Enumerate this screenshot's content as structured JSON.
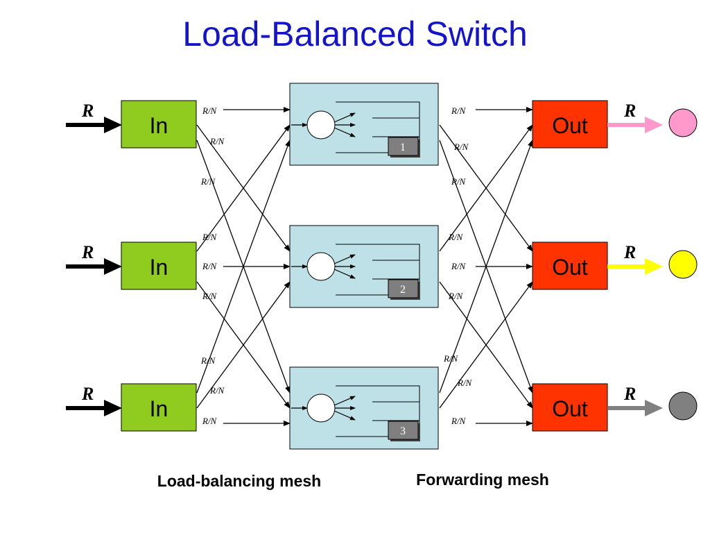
{
  "title": "Load-Balanced Switch",
  "inputs": [
    {
      "label": "In",
      "rate": "R"
    },
    {
      "label": "In",
      "rate": "R"
    },
    {
      "label": "In",
      "rate": "R"
    }
  ],
  "middle_stages": [
    {
      "number": "1"
    },
    {
      "number": "2"
    },
    {
      "number": "3"
    }
  ],
  "outputs": [
    {
      "label": "Out",
      "rate": "R",
      "dot_color": "#ff99cc"
    },
    {
      "label": "Out",
      "rate": "R",
      "dot_color": "#ffff00"
    },
    {
      "label": "Out",
      "rate": "R",
      "dot_color": "#808080"
    }
  ],
  "link_rate_label": "R/N",
  "captions": {
    "load_balancing": "Load-balancing mesh",
    "forwarding": "Forwarding mesh"
  },
  "colors": {
    "title": "#1414cc",
    "in_box": "#8fcc1f",
    "out_box": "#ff3300",
    "middle_box": "#bde1e6",
    "number_box": "#7f7f7f"
  }
}
